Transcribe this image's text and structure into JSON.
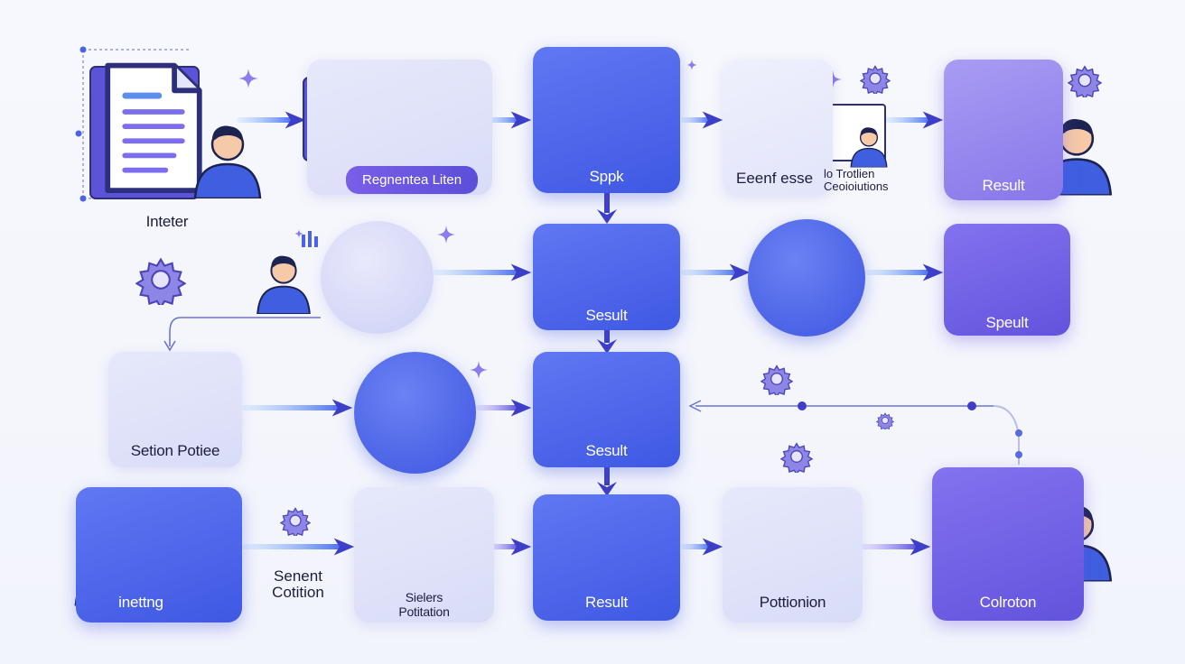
{
  "colors": {
    "accent_blue": "#4a63e8",
    "accent_violet": "#7a5ee8",
    "doc_line_blue": "#5b8def",
    "doc_line_violet": "#7b6cf0",
    "person_shirt": "#3f5fe0",
    "person_hair": "#1d2350"
  },
  "icons": {
    "sparkle": "sparkle-icon",
    "gear": "gear-icon",
    "magnifier": "magnifier-icon",
    "person": "person-icon",
    "document": "document-icon",
    "arrow": "arrow-right-icon",
    "bar_chart": "bar-chart-icon"
  },
  "nodes": {
    "interter": {
      "label": "Inteter"
    },
    "regnentea": {
      "label": "Regnentea Liten"
    },
    "sppk": {
      "label": "Sppk"
    },
    "eeenf": {
      "label": "Eeenf esse"
    },
    "trotlien": {
      "label_line1": "lo Trotlien",
      "label_line2": "Ceoioiutions"
    },
    "result_top": {
      "label": "Result"
    },
    "sesult_mid": {
      "label": "Sesult"
    },
    "speult": {
      "label": "Speult"
    },
    "setion": {
      "label": "Setion Potiee"
    },
    "sesult_row3": {
      "label": "Sesult"
    },
    "inettng": {
      "label": "inettng"
    },
    "senent": {
      "label_line1": "Senent",
      "label_line2": "Cotition"
    },
    "sielers": {
      "label_line1": "Sielers",
      "label_line2": "Potitation"
    },
    "result_bottom": {
      "label": "Result"
    },
    "pottionion": {
      "label": "Pottionion"
    },
    "colroton": {
      "label": "Colroton"
    }
  }
}
